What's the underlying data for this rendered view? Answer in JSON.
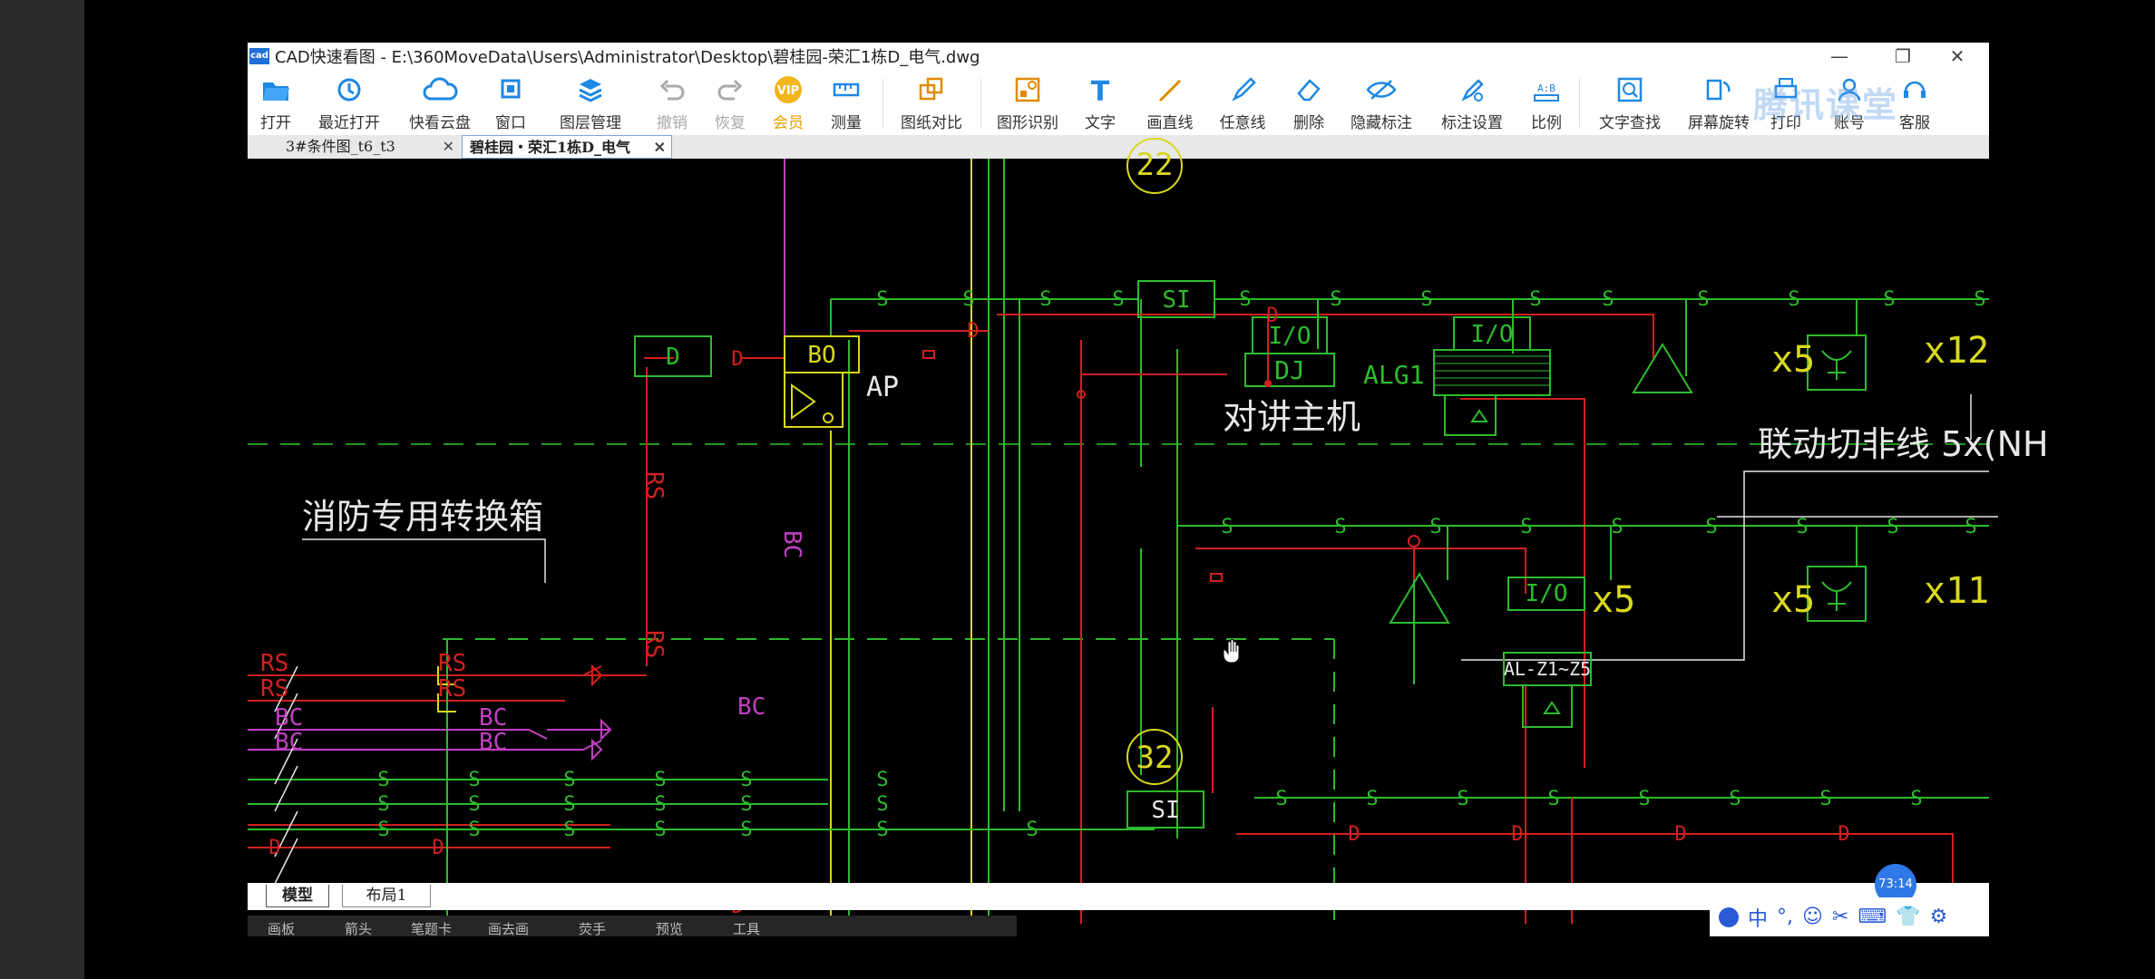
{
  "window": {
    "title": "CAD快速看图 - E:\\360MoveData\\Users\\Administrator\\Desktop\\碧桂园-荣汇1栋D_电气.dwg",
    "logo": "cad",
    "minimize": "—",
    "restore": "❐",
    "close": "✕"
  },
  "toolbar": {
    "items": [
      {
        "label": "打开",
        "icon": "folder-open-icon"
      },
      {
        "label": "最近打开",
        "icon": "clock-icon"
      },
      {
        "label": "快看云盘",
        "icon": "cloud-icon"
      },
      {
        "label": "窗口",
        "icon": "window-icon"
      },
      {
        "label": "图层管理",
        "icon": "layers-icon"
      },
      {
        "label": "撤销",
        "icon": "undo-icon"
      },
      {
        "label": "恢复",
        "icon": "redo-icon"
      },
      {
        "label": "会员",
        "icon": "vip-icon",
        "badge": "VIP"
      },
      {
        "label": "测量",
        "icon": "measure-icon"
      },
      {
        "label": "图纸对比",
        "icon": "compare-icon"
      },
      {
        "label": "图形识别",
        "icon": "shape-recognize-icon"
      },
      {
        "label": "文字",
        "icon": "text-icon",
        "glyph": "T"
      },
      {
        "label": "画直线",
        "icon": "line-icon"
      },
      {
        "label": "任意线",
        "icon": "pen-icon"
      },
      {
        "label": "删除",
        "icon": "eraser-icon"
      },
      {
        "label": "隐藏标注",
        "icon": "hide-eye-icon"
      },
      {
        "label": "标注设置",
        "icon": "annotation-settings-icon"
      },
      {
        "label": "比例",
        "icon": "scale-icon",
        "badge": "A:B"
      },
      {
        "label": "文字查找",
        "icon": "text-search-icon"
      },
      {
        "label": "屏幕旋转",
        "icon": "rotate-screen-icon"
      },
      {
        "label": "打印",
        "icon": "print-icon"
      },
      {
        "label": "账号",
        "icon": "account-icon"
      },
      {
        "label": "客服",
        "icon": "service-icon"
      }
    ],
    "watermark": "腾讯课堂"
  },
  "tabs": [
    {
      "label": "3#条件图_t6_t3",
      "close": "✕"
    },
    {
      "label": "碧桂园・荣汇1栋D_电气",
      "close": "✕"
    }
  ],
  "drawing": {
    "labels": {
      "d_box": "D",
      "bo_box": "BO",
      "ap": "AP",
      "si_top": "SI",
      "io1": "I/O",
      "dj": "DJ",
      "alg1": "ALG1",
      "io2": "I/O",
      "intercom": "对讲主机",
      "x5_a": "x5",
      "x12": "x12",
      "linkage": "联动切非线 5x(NH",
      "fire_box": "消防专用转换箱",
      "io3": "I/O",
      "x5_b": "x5",
      "x5_c": "x5",
      "x11": "x11",
      "al_box": "AL-Z1~Z5",
      "circle_22": "22",
      "circle_32": "32",
      "si_bottom": "SI",
      "rs_v1": "RS",
      "rs_v2": "RS",
      "bc_v": "BC",
      "rs1": "RS",
      "rs2": "RS",
      "bc1": "BC",
      "bc2": "BC",
      "bc_h": "BC",
      "left_rs1": "RS",
      "left_rs2": "RS",
      "left_b1": "BC",
      "left_b2": "BC"
    },
    "colors": {
      "green": "#2dbb2d",
      "red": "#d02020",
      "yellow": "#d8d820",
      "magenta": "#c040c0",
      "white": "#e6e6e6"
    }
  },
  "layout_tabs": [
    {
      "label": "模型"
    },
    {
      "label": "布局1"
    }
  ],
  "taskbar": {
    "items": [
      "画板",
      "箭头",
      "笔题卡",
      "画去画",
      "荧手",
      "预览",
      "工具"
    ]
  },
  "ime": {
    "items": [
      "中",
      "°,",
      "☺",
      "✂",
      "⌨",
      "👕",
      "⚙"
    ]
  },
  "timer": {
    "label": "73:14"
  }
}
